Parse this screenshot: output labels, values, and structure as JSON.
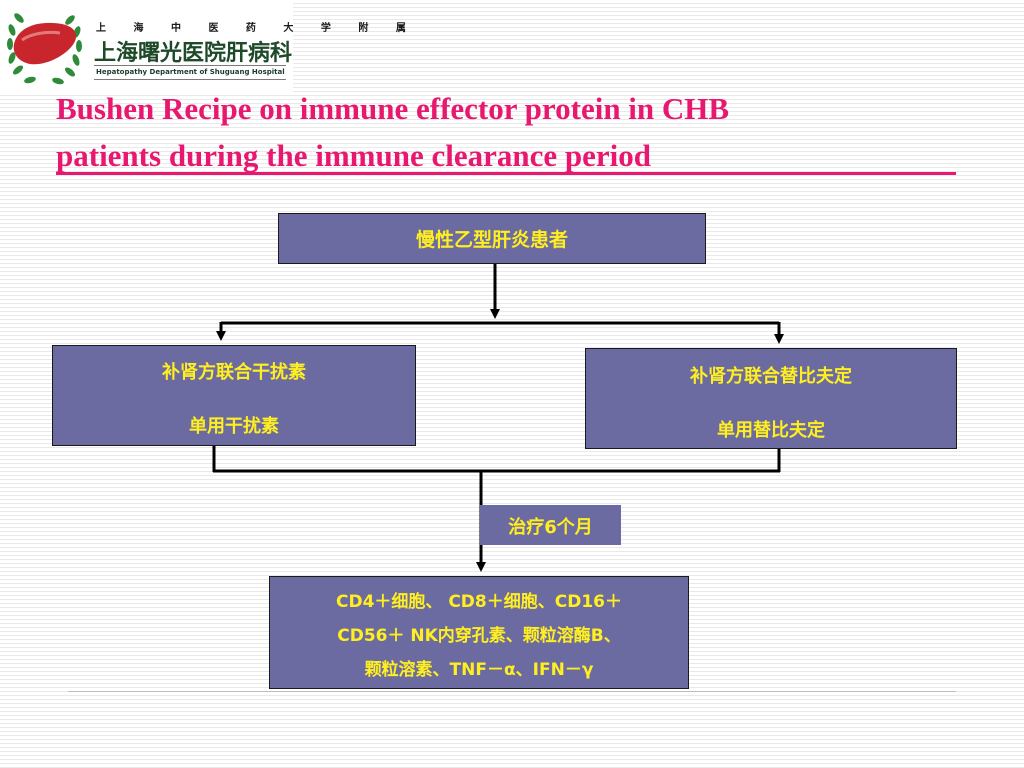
{
  "logo": {
    "line1": "上 海 中 医 药 大 学 附 属",
    "line2": "上海曙光医院肝病科",
    "line3": "Hepatopathy Department of Shuguang Hospital"
  },
  "title": {
    "line1": "Bushen Recipe on immune effector protein in CHB",
    "line2": "patients during the immune clearance period"
  },
  "flow": {
    "top": "慢性乙型肝炎患者",
    "left": {
      "line1": "补肾方联合干扰素",
      "line2": "单用干扰素"
    },
    "right": {
      "line1": "补肾方联合替比夫定",
      "line2": "单用替比夫定"
    },
    "treatment": "治疗6个月",
    "bottom": {
      "line1": "CD4＋细胞、 CD8＋细胞、CD16＋",
      "line2": "CD56＋ NK内穿孔素、颗粒溶酶B、",
      "line3": "颗粒溶素、TNF－α、IFN－γ"
    }
  },
  "colors": {
    "title": "#e8176f",
    "box_fill": "#6b6aa1",
    "box_text": "#ffef20",
    "logo_red": "#c8262c",
    "logo_green": "#2f8a3a"
  }
}
